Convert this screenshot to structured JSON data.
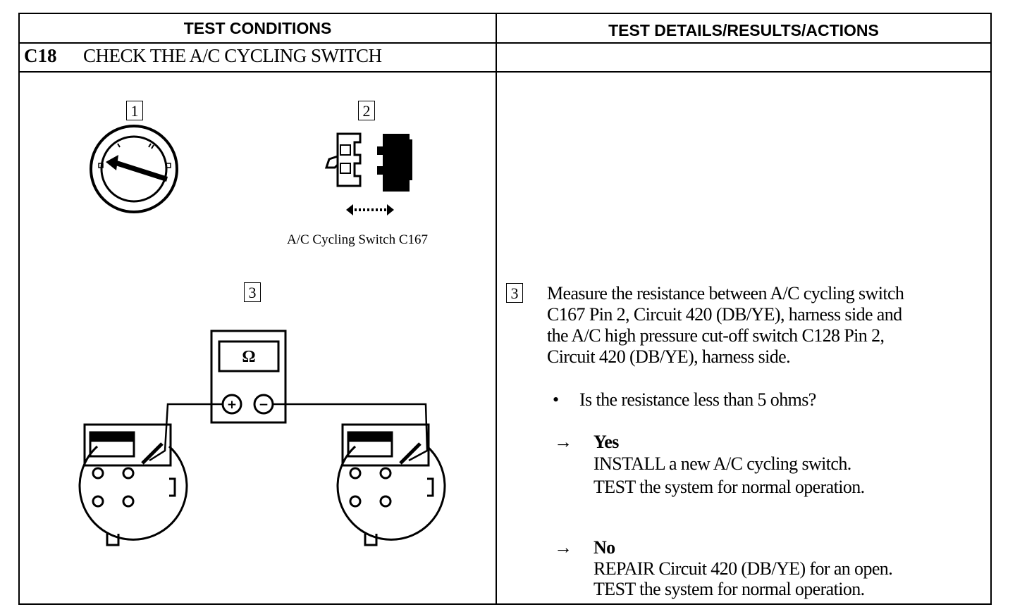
{
  "header": {
    "left": "TEST CONDITIONS",
    "right": "TEST DETAILS/RESULTS/ACTIONS"
  },
  "step": {
    "code": "C18",
    "title": "CHECK THE A/C CYCLING SWITCH"
  },
  "figures": {
    "labels": [
      "1",
      "2",
      "3"
    ],
    "caption_2": "A/C Cycling Switch C167",
    "meter_symbol": "Ω",
    "meter_plus": "+",
    "meter_minus": "−"
  },
  "details": {
    "step_label": "3",
    "instruction_lines": [
      "Measure the resistance between A/C cycling switch",
      "C167 Pin 2, Circuit 420 (DB/YE), harness side and",
      "the A/C high pressure cut-off switch C128 Pin 2,",
      "Circuit 420 (DB/YE), harness side."
    ],
    "question": "Is the resistance less than 5 ohms?",
    "yes": {
      "label": "Yes",
      "lines": [
        "INSTALL a new A/C cycling switch.",
        "TEST the system for  normal operation."
      ]
    },
    "no": {
      "label": "No",
      "lines": [
        "REPAIR Circuit 420 (DB/YE) for an open.",
        "TEST the system for normal operation."
      ]
    }
  }
}
